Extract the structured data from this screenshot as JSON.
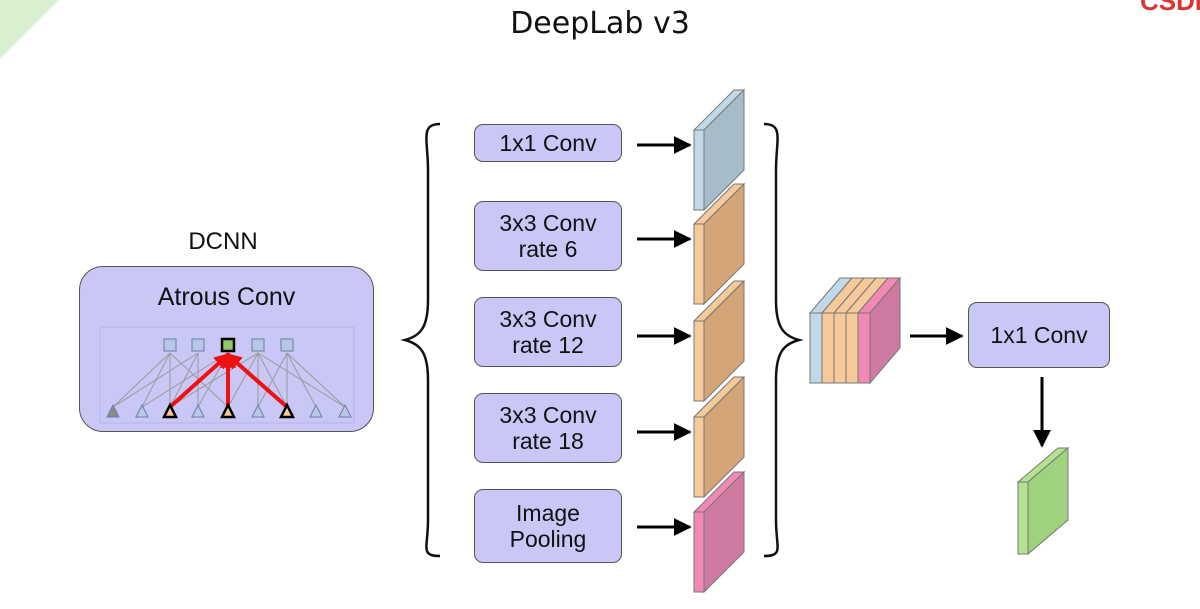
{
  "title": "DeepLab v3",
  "brand_text": "CSDN",
  "dcnn": {
    "label": "DCNN",
    "inner_title": "Atrous Conv"
  },
  "branches": [
    {
      "line1": "1x1 Conv",
      "line2": "",
      "feature_color": "#c2d8e6",
      "feature_side": "#a6bcc9"
    },
    {
      "line1": "3x3 Conv",
      "line2": "rate 6",
      "feature_color": "#f5c99a",
      "feature_side": "#d4a577"
    },
    {
      "line1": "3x3 Conv",
      "line2": "rate 12",
      "feature_color": "#f5c99a",
      "feature_side": "#d4a577"
    },
    {
      "line1": "3x3 Conv",
      "line2": "rate 18",
      "feature_color": "#f5c99a",
      "feature_side": "#d4a577"
    },
    {
      "line1": "Image",
      "line2": "Pooling",
      "feature_color": "#f08ab5",
      "feature_side": "#cf7aa2"
    }
  ],
  "concat_colors": [
    "#c2d8e6",
    "#f5c99a",
    "#f5c99a",
    "#f5c99a",
    "#f08ab5"
  ],
  "final_conv": {
    "label": "1x1 Conv"
  },
  "output_color": "#b2e38f",
  "colors": {
    "box_fill": "#c9c7f5",
    "arrow_red": "#ee1111"
  }
}
